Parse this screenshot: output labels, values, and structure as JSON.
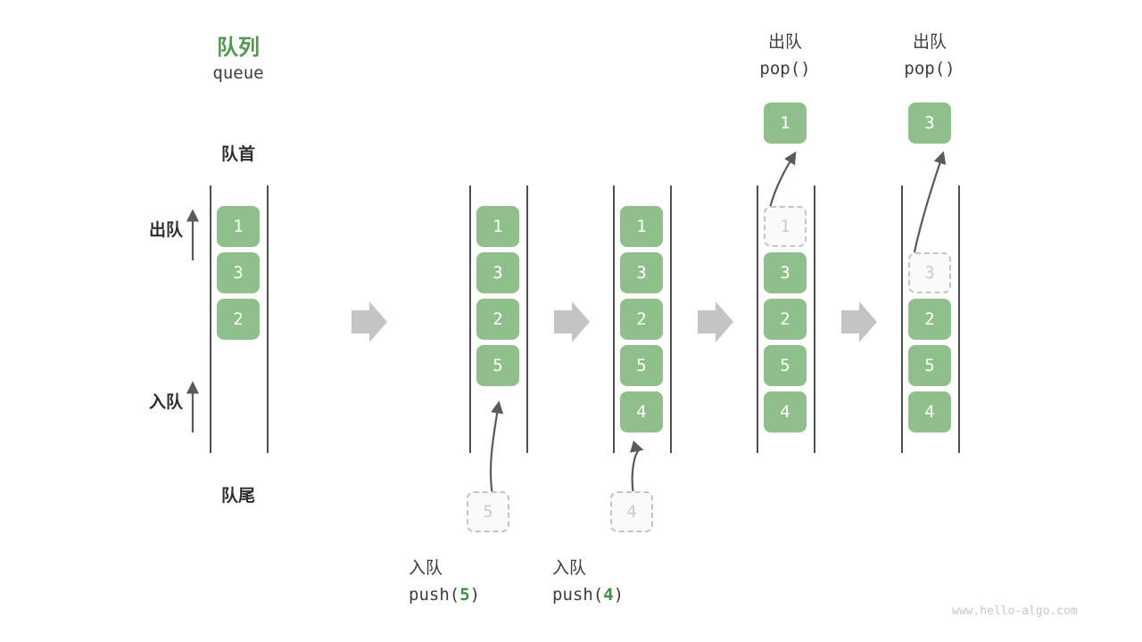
{
  "diagram": {
    "title_cn": "队列",
    "title_en": "queue",
    "front_label": "队首",
    "rear_label": "队尾",
    "dequeue_label": "出队",
    "enqueue_label": "入队",
    "watermark": "www.hello-algo.com",
    "accent_green": "#4e9a4e",
    "cell_green": "#8fc08c",
    "ghost_gray": "#c4c4c4",
    "line_gray": "#4f4f4f",
    "transition_arrow_gray": "#c4c4c4"
  },
  "columns": [
    {
      "id": "initial",
      "header_cn": "",
      "header_code": "",
      "cells": [
        {
          "value": "1",
          "state": "filled"
        },
        {
          "value": "3",
          "state": "filled"
        },
        {
          "value": "2",
          "state": "filled"
        },
        {
          "value": "",
          "state": "empty"
        },
        {
          "value": "",
          "state": "empty"
        }
      ],
      "caption_cn": "",
      "caption_code": "",
      "caption_code_num": "",
      "ghost_below": null,
      "popped": null
    },
    {
      "id": "push-5",
      "header_cn": "",
      "header_code": "",
      "cells": [
        {
          "value": "1",
          "state": "filled"
        },
        {
          "value": "3",
          "state": "filled"
        },
        {
          "value": "2",
          "state": "filled"
        },
        {
          "value": "5",
          "state": "filled"
        },
        {
          "value": "",
          "state": "empty"
        }
      ],
      "caption_cn": "入队",
      "caption_code_prefix": "push(",
      "caption_code_num": "5",
      "caption_code_suffix": ")",
      "ghost_below": "5",
      "popped": null
    },
    {
      "id": "push-4",
      "header_cn": "",
      "header_code": "",
      "cells": [
        {
          "value": "1",
          "state": "filled"
        },
        {
          "value": "3",
          "state": "filled"
        },
        {
          "value": "2",
          "state": "filled"
        },
        {
          "value": "5",
          "state": "filled"
        },
        {
          "value": "4",
          "state": "filled"
        }
      ],
      "caption_cn": "入队",
      "caption_code_prefix": "push(",
      "caption_code_num": "4",
      "caption_code_suffix": ")",
      "ghost_below": "4",
      "popped": null
    },
    {
      "id": "pop-1",
      "header_cn": "出队",
      "header_code": "pop()",
      "cells": [
        {
          "value": "1",
          "state": "ghost"
        },
        {
          "value": "3",
          "state": "filled"
        },
        {
          "value": "2",
          "state": "filled"
        },
        {
          "value": "5",
          "state": "filled"
        },
        {
          "value": "4",
          "state": "filled"
        }
      ],
      "caption_cn": "",
      "caption_code_prefix": "",
      "caption_code_num": "",
      "caption_code_suffix": "",
      "ghost_below": null,
      "popped": "1"
    },
    {
      "id": "pop-3",
      "header_cn": "出队",
      "header_code": "pop()",
      "cells": [
        {
          "value": "",
          "state": "empty"
        },
        {
          "value": "3",
          "state": "ghost"
        },
        {
          "value": "2",
          "state": "filled"
        },
        {
          "value": "5",
          "state": "filled"
        },
        {
          "value": "4",
          "state": "filled"
        }
      ],
      "caption_cn": "",
      "caption_code_prefix": "",
      "caption_code_num": "",
      "caption_code_suffix": "",
      "ghost_below": null,
      "popped": "3"
    }
  ]
}
